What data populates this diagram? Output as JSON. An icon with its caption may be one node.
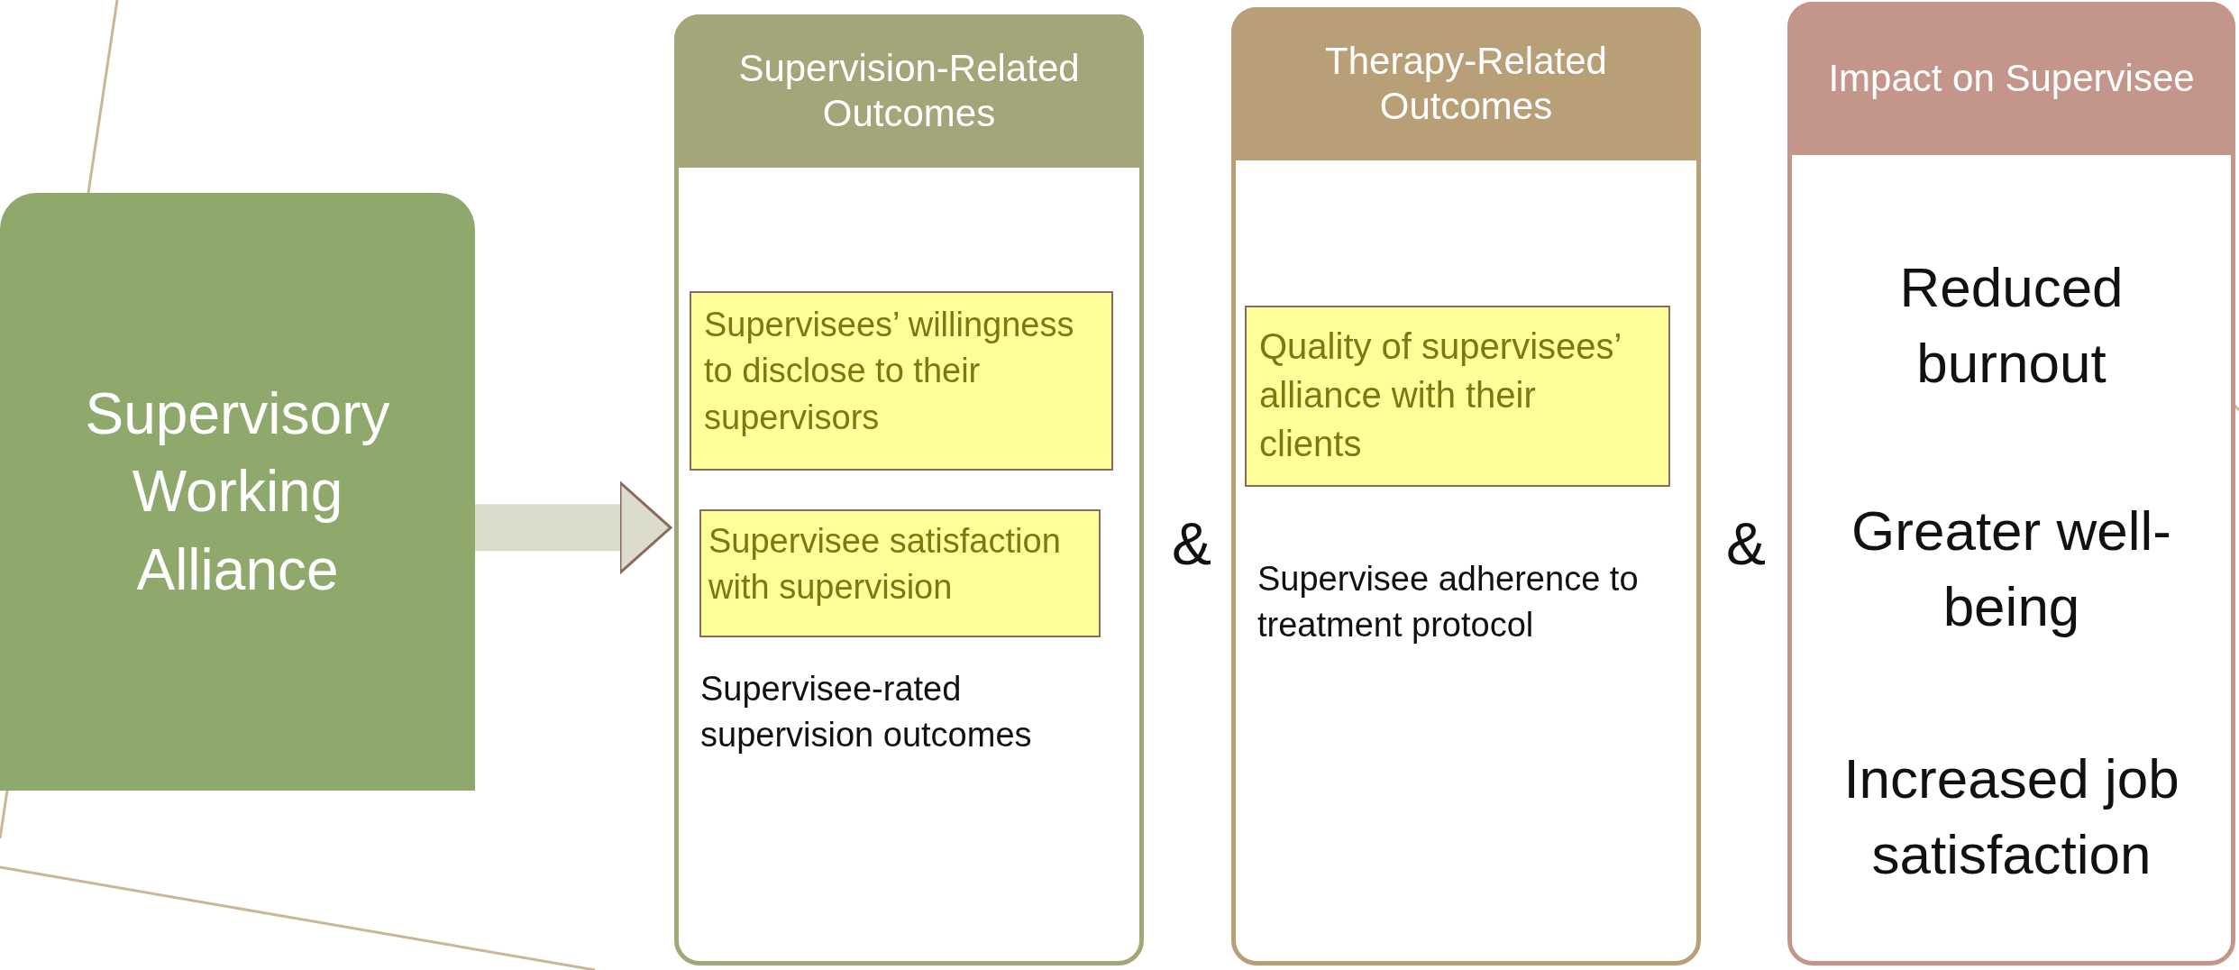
{
  "diagram": {
    "nodes": [
      {
        "text": [
          "Supervisory Working Alliance"
        ]
      },
      {
        "text": [
          "Supervision-Related Outcomes",
          "Supervisee-rated supervision outcomes"
        ]
      },
      {
        "text": [
          "Supervisees’ willingness to disclose to their supervisors"
        ],
        "in": 1
      },
      {
        "text": [
          "Supervisee satisfaction with supervision"
        ],
        "in": 1
      },
      {
        "text": [
          "Therapy-Related Outcomes",
          "Supervisee adherence to treatment protocol"
        ]
      },
      {
        "text": [
          "Quality of supervisees’ alliance with their clients"
        ],
        "in": 4
      },
      {
        "text": [
          "Impact on Supervisee",
          "Reduced burnout",
          "Greater well-being",
          "Increased job satisfaction"
        ]
      }
    ],
    "edges": [
      {
        "from": 0,
        "to": 1,
        "arrow": "to"
      }
    ],
    "labels": [
      "&",
      "&"
    ]
  }
}
